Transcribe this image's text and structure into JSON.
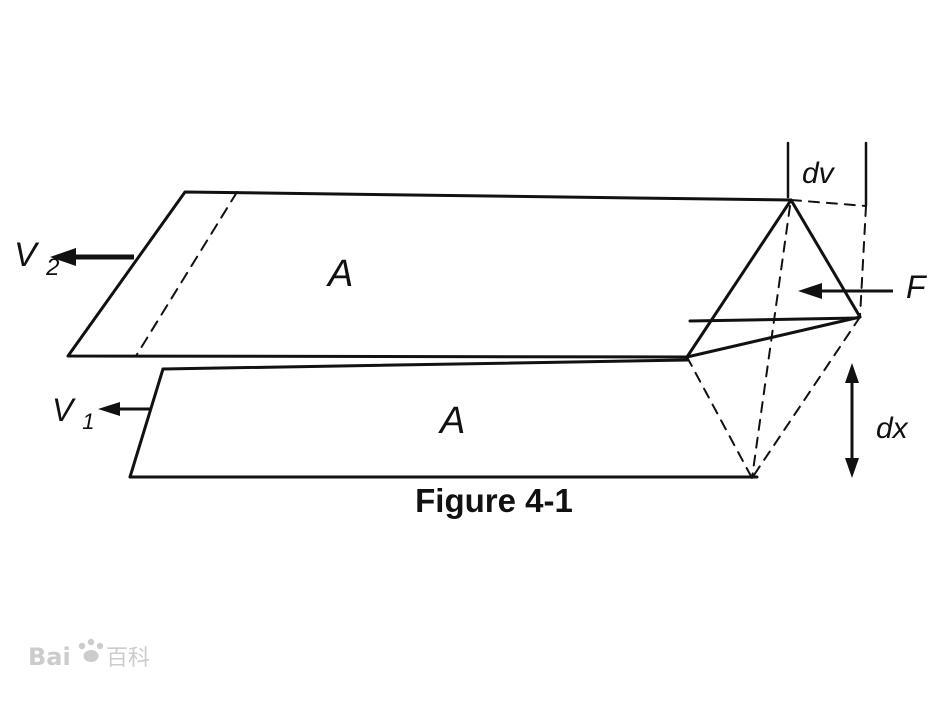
{
  "figure": {
    "caption": "Figure 4-1",
    "labels": {
      "v2_letter": "V",
      "v2_sub": "2",
      "v1_letter": "V",
      "v1_sub": "1",
      "area_top": "A",
      "area_bottom": "A",
      "dv": "dv",
      "dx": "dx",
      "force": "F"
    },
    "colors": {
      "stroke": "#111111",
      "background": "#ffffff",
      "watermark": "#cccccc"
    }
  },
  "watermark": {
    "part1": "Bai",
    "part2": "百科"
  }
}
